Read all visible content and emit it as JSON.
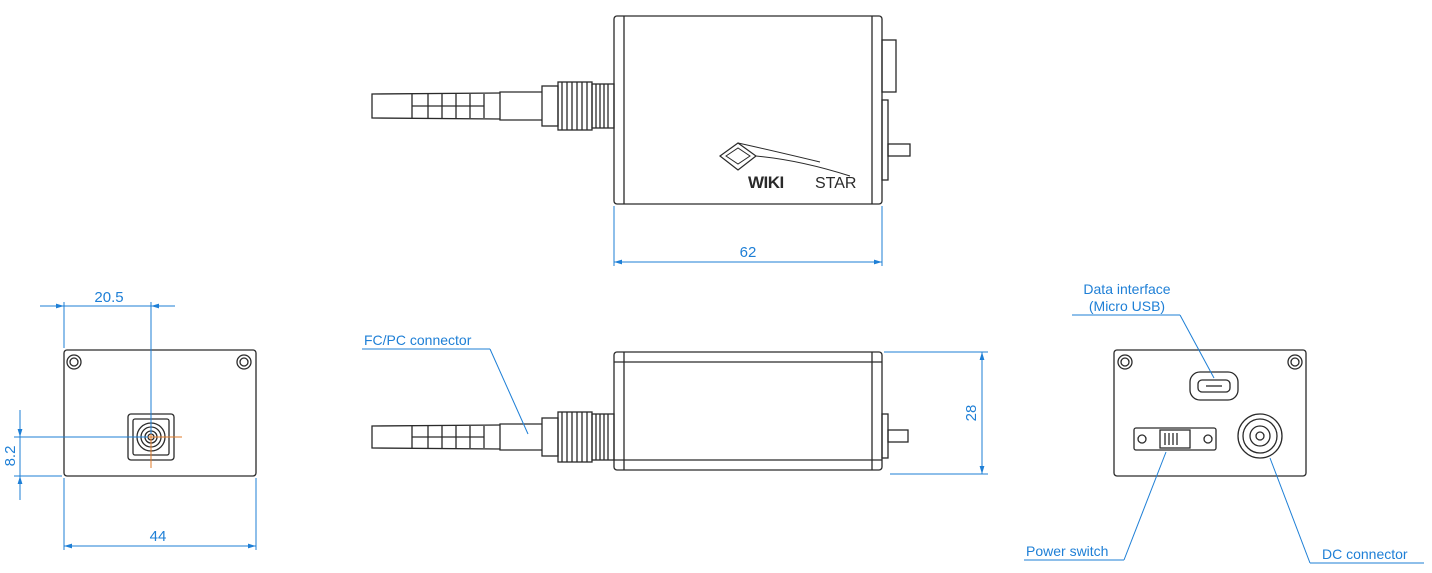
{
  "dimensions": {
    "top_length": "62",
    "front_width": "44",
    "front_connector_x": "20.5",
    "front_connector_y": "8.2",
    "side_height": "28"
  },
  "callouts": {
    "fc_pc": "FC/PC connector",
    "data_interface_line1": "Data interface",
    "data_interface_line2": "(Micro USB)",
    "power_switch": "Power switch",
    "dc_connector": "DC connector"
  },
  "logo": {
    "brand_part1": "WIKI",
    "brand_part2": "STAR"
  },
  "colors": {
    "dimension": "#1e7fd6",
    "outline": "#2a2a2a",
    "center_mark": "#e07b2a"
  }
}
